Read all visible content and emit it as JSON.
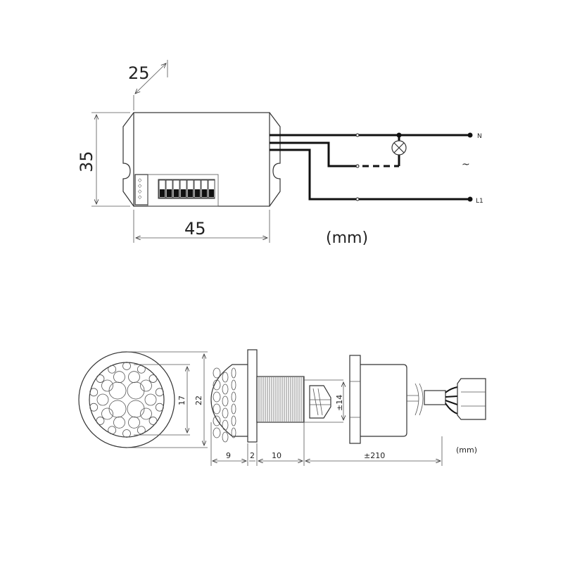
{
  "title": "Motion sensor dimensions and wiring diagram",
  "top_view": {
    "dim_depth": "25",
    "dim_height": "35",
    "dim_width": "45",
    "unit": "(mm)",
    "terminal_n": "N",
    "terminal_l1": "L1",
    "ac_symbol": "~",
    "dip_switch_count": 8
  },
  "bottom_view": {
    "dim_inner_diameter": "17",
    "dim_outer_diameter": "22",
    "dim_thread": "±14",
    "dim_dome": "9",
    "dim_flange": "2",
    "dim_thread_length": "10",
    "dim_cable": "±210",
    "unit": "(mm)"
  }
}
